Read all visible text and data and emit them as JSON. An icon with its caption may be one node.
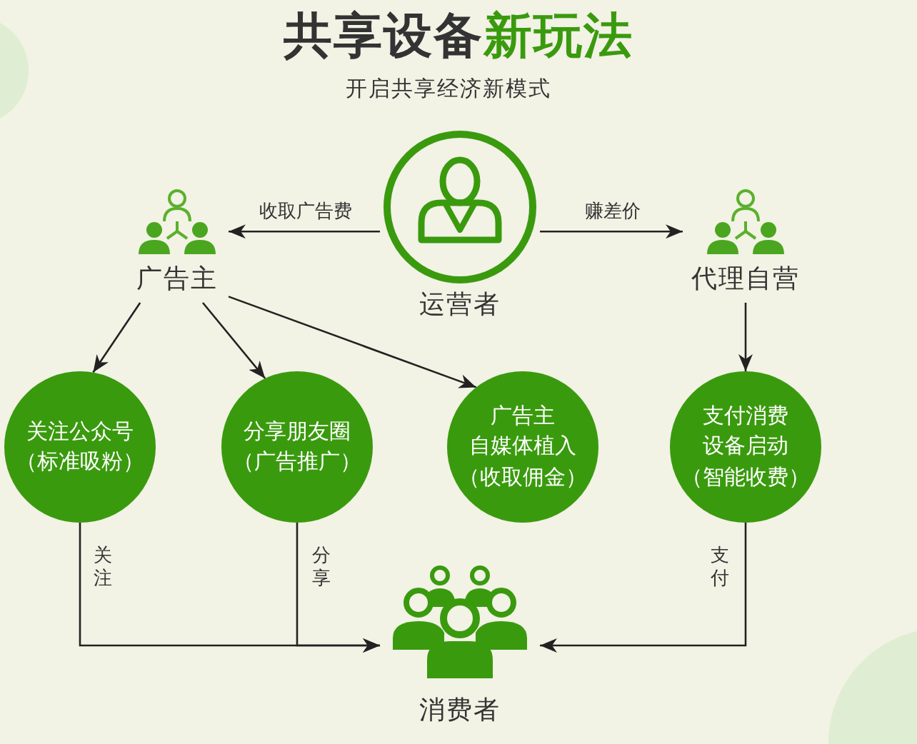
{
  "diagram": {
    "title": "共享设备**新玩法**",
    "nodes": [
      {
        "text": [
          "运营者"
        ]
      },
      {
        "text": [
          "广告主"
        ]
      },
      {
        "text": [
          "代理自营"
        ]
      },
      {
        "text": [
          "关注公众号",
          "（标准吸粉）"
        ]
      },
      {
        "text": [
          "分享朋友圈",
          "（广告推广）"
        ]
      },
      {
        "text": [
          "广告主",
          "自媒体植入",
          "（收取佣金）"
        ]
      },
      {
        "text": [
          "支付消费",
          "设备启动",
          "（智能收费）"
        ]
      },
      {
        "text": [
          "消费者"
        ]
      }
    ],
    "edges": [
      {
        "from": 0,
        "to": 1,
        "arrow": "to",
        "label": "收取广告费"
      },
      {
        "from": 0,
        "to": 2,
        "arrow": "to",
        "label": "赚差价"
      },
      {
        "from": 1,
        "to": 3,
        "arrow": "to"
      },
      {
        "from": 1,
        "to": 4,
        "arrow": "to"
      },
      {
        "from": 1,
        "to": 5,
        "arrow": "to"
      },
      {
        "from": 2,
        "to": 6,
        "arrow": "to"
      },
      {
        "from": 3,
        "to": 7,
        "arrow": "to",
        "label": "关注"
      },
      {
        "from": 4,
        "to": 7,
        "arrow": "to",
        "label": "分享"
      },
      {
        "from": 6,
        "to": 7,
        "arrow": "to",
        "label": "支付"
      }
    ],
    "labels": [
      "开启共享经济新模式"
    ]
  }
}
